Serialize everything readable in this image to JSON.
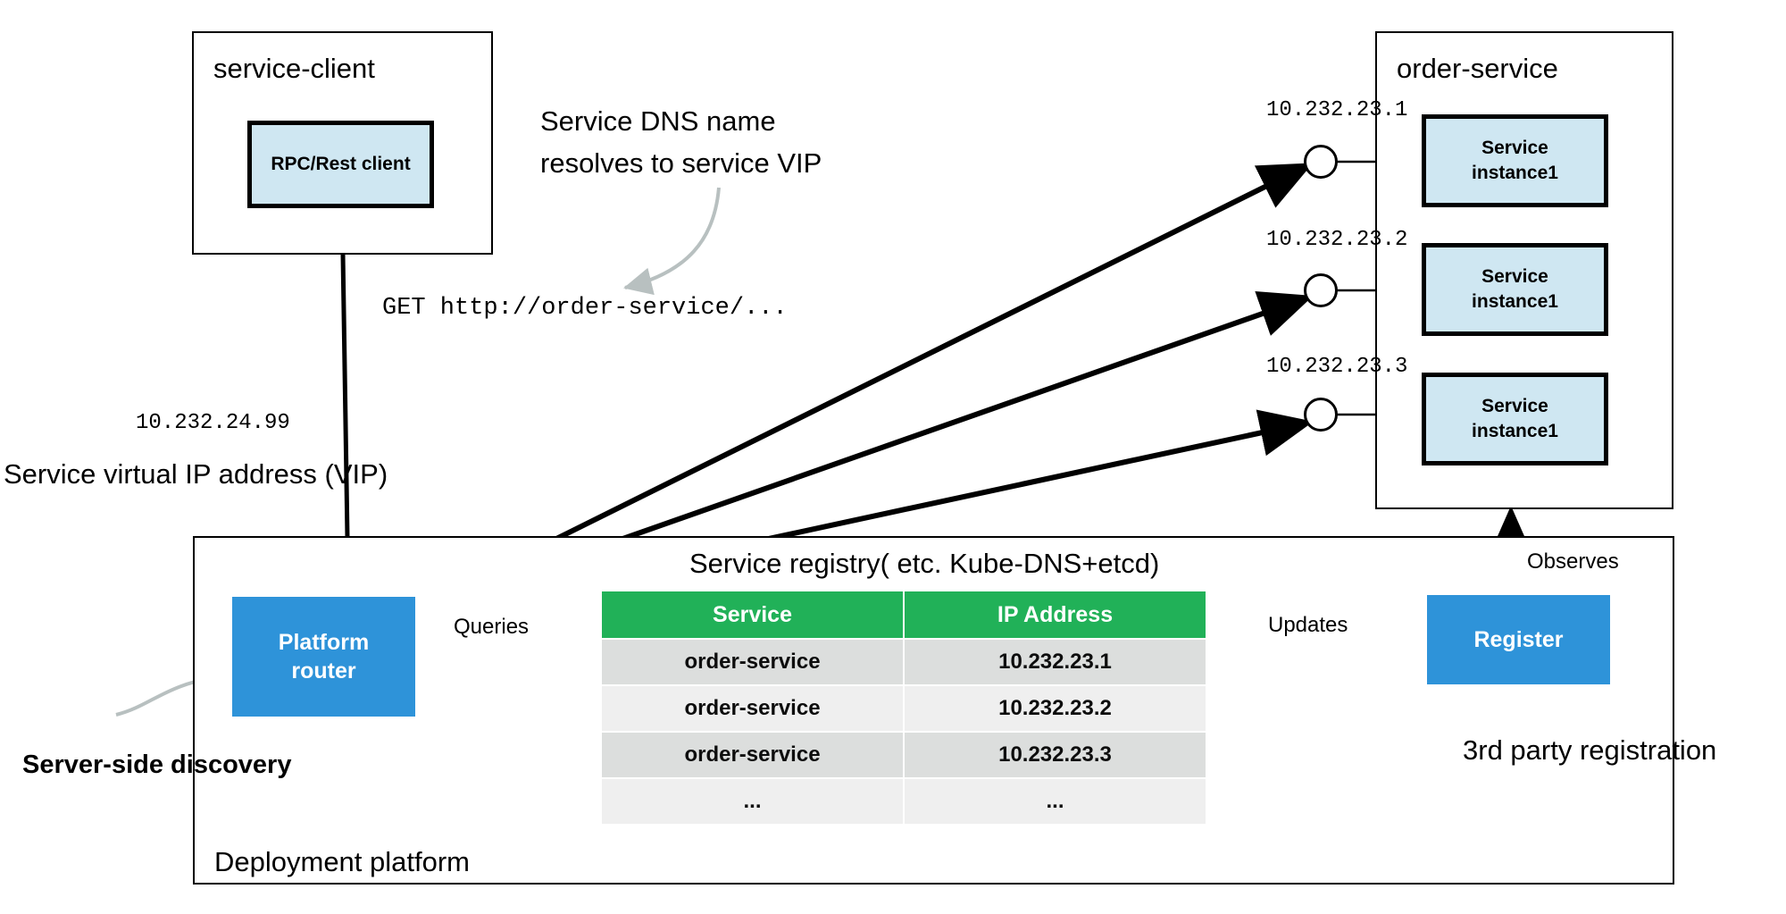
{
  "diagram": {
    "title_service_client": "service-client",
    "title_order_service": "order-service",
    "title_deployment_platform": "Deployment platform",
    "title_service_registry": "Service registry( etc. Kube-DNS+etcd)"
  },
  "client": {
    "component_label": "RPC/Rest client",
    "dns_note_line1": "Service DNS name",
    "dns_note_line2": "resolves to service VIP",
    "request_line": "GET http://order-service/...",
    "vip_address": "10.232.24.99",
    "vip_caption": "Service virtual IP address (VIP)"
  },
  "platform": {
    "router_label": "Platform router",
    "router_label_line1": "Platform",
    "router_label_line2": "router",
    "queries_label": "Queries",
    "discovery_caption": "Server-side discovery"
  },
  "registry": {
    "columns": [
      "Service",
      "IP Address"
    ],
    "rows": [
      {
        "service": "order-service",
        "ip": "10.232.23.1"
      },
      {
        "service": "order-service",
        "ip": "10.232.23.2"
      },
      {
        "service": "order-service",
        "ip": "10.232.23.3"
      },
      {
        "service": "...",
        "ip": "..."
      }
    ]
  },
  "register": {
    "box_label": "Register",
    "updates_label": "Updates",
    "observes_label": "Observes",
    "caption": "3rd party registration"
  },
  "instances": [
    {
      "ip": "10.232.23.1",
      "name_line1": "Service",
      "name_line2": "instance1"
    },
    {
      "ip": "10.232.23.2",
      "name_line1": "Service",
      "name_line2": "instance1"
    },
    {
      "ip": "10.232.23.3",
      "name_line1": "Service",
      "name_line2": "instance1"
    }
  ],
  "colors": {
    "component_fill": "#cfe7f2",
    "blue_box": "#2e93d9",
    "table_header_green": "#21b158",
    "row_odd": "#dcdedd",
    "row_even": "#efefef",
    "line": "#000000",
    "hint_arrow": "#b8c0c0"
  }
}
